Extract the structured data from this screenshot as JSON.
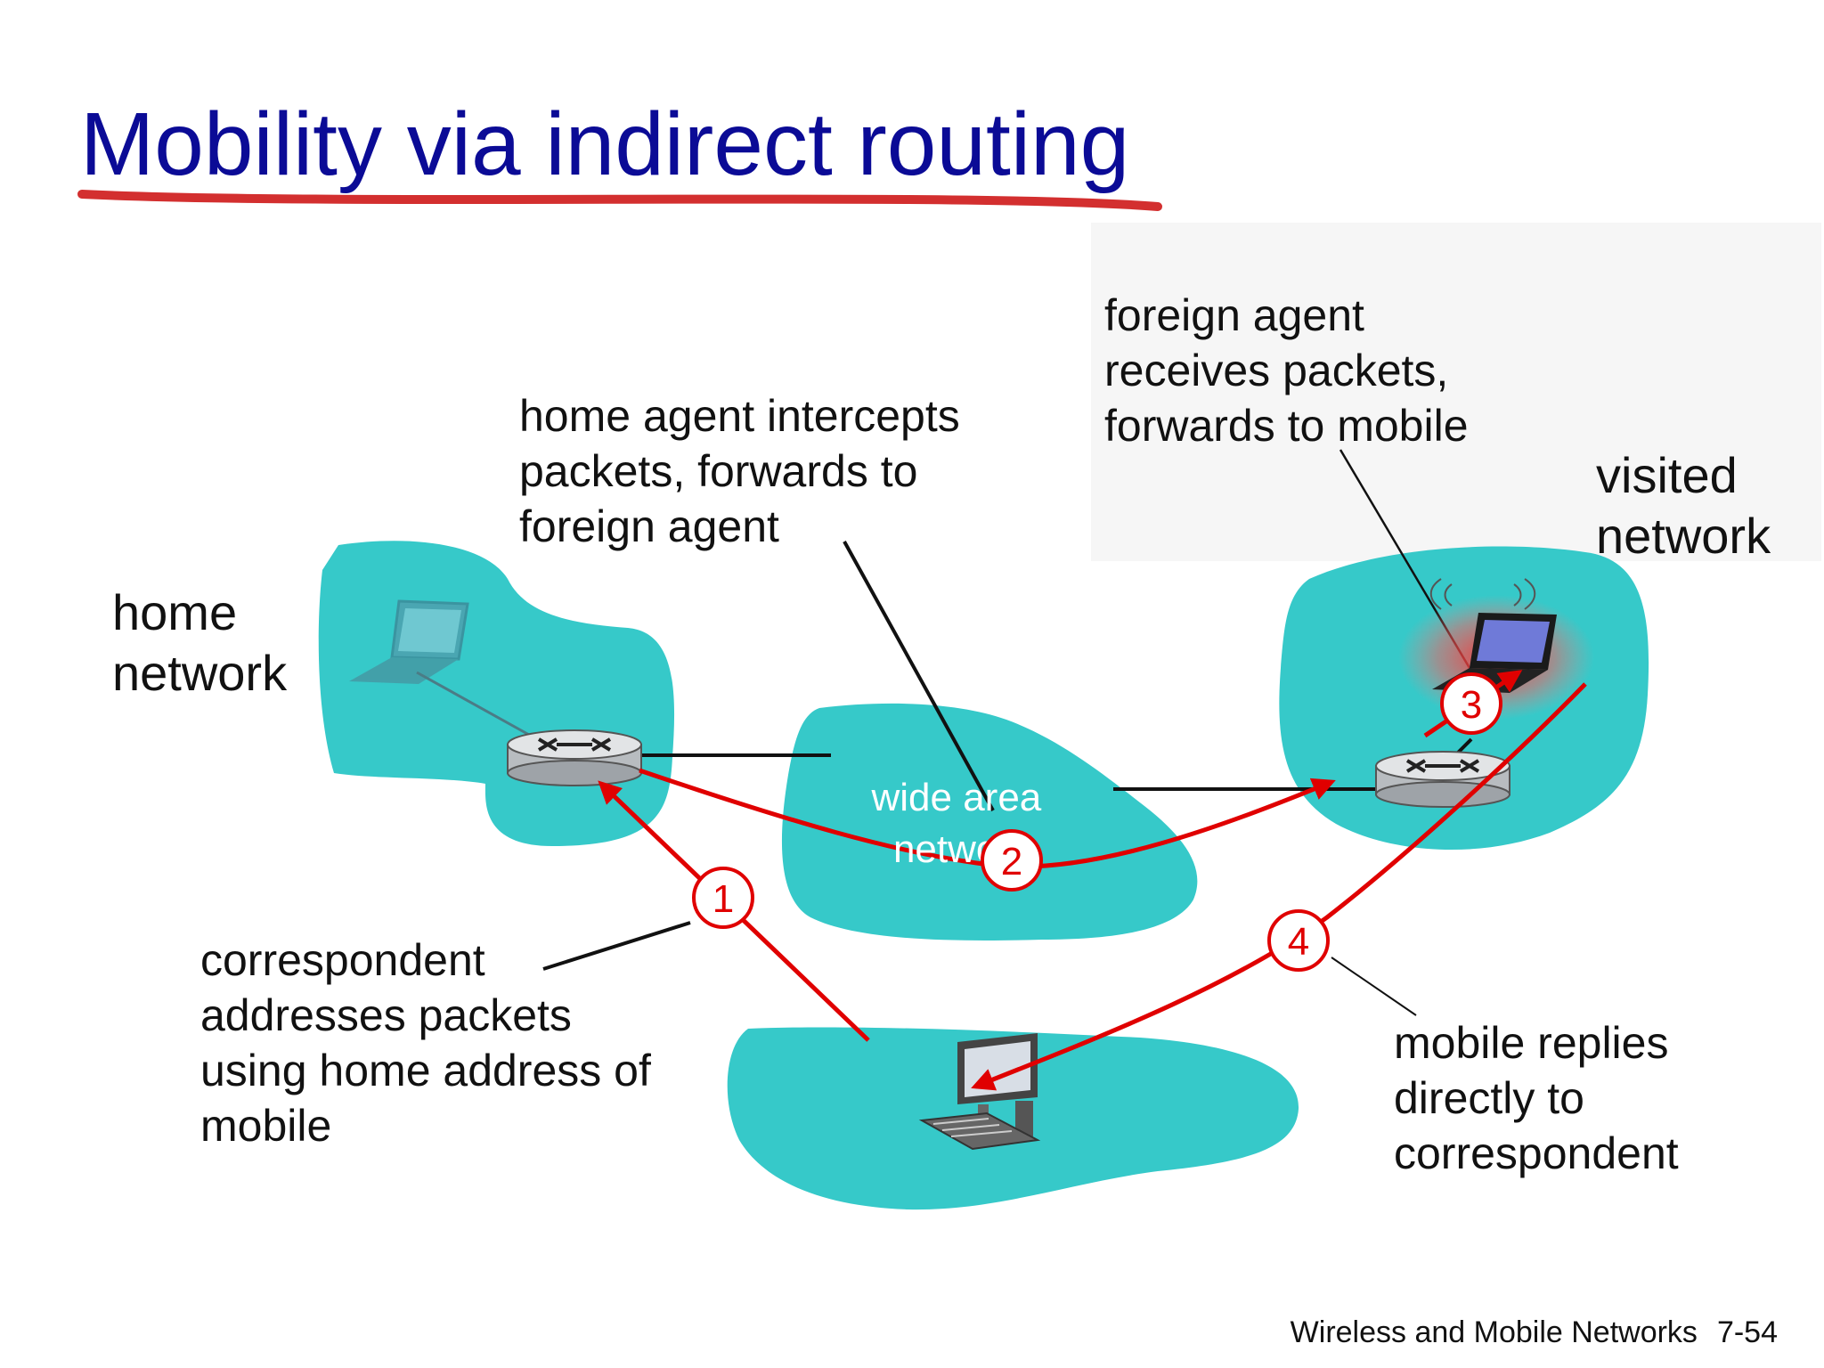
{
  "title": "Mobility via indirect routing",
  "labels": {
    "home_network": [
      "home",
      "network"
    ],
    "visited_network": [
      "visited",
      "network"
    ],
    "wide_area_network": [
      "wide area",
      "network"
    ],
    "home_agent_note": [
      "home agent intercepts",
      "packets, forwards to",
      "foreign agent"
    ],
    "foreign_agent_note": [
      "foreign agent",
      "receives packets,",
      "forwards to mobile"
    ],
    "correspondent_note": [
      "correspondent",
      "addresses packets",
      "using home address of",
      "mobile"
    ],
    "mobile_reply_note": [
      "mobile replies",
      "directly to",
      "correspondent"
    ]
  },
  "steps": [
    "1",
    "2",
    "3",
    "4"
  ],
  "footer": {
    "course": "Wireless and Mobile Networks",
    "page": "7-54"
  },
  "colors": {
    "title": "#0b0b96",
    "underline": "#d32f2f",
    "network": "#36c9c9",
    "path": "#e00000"
  },
  "icons": [
    "laptop-icon",
    "router-icon",
    "desktop-computer-icon",
    "wireless-signal-icon"
  ]
}
